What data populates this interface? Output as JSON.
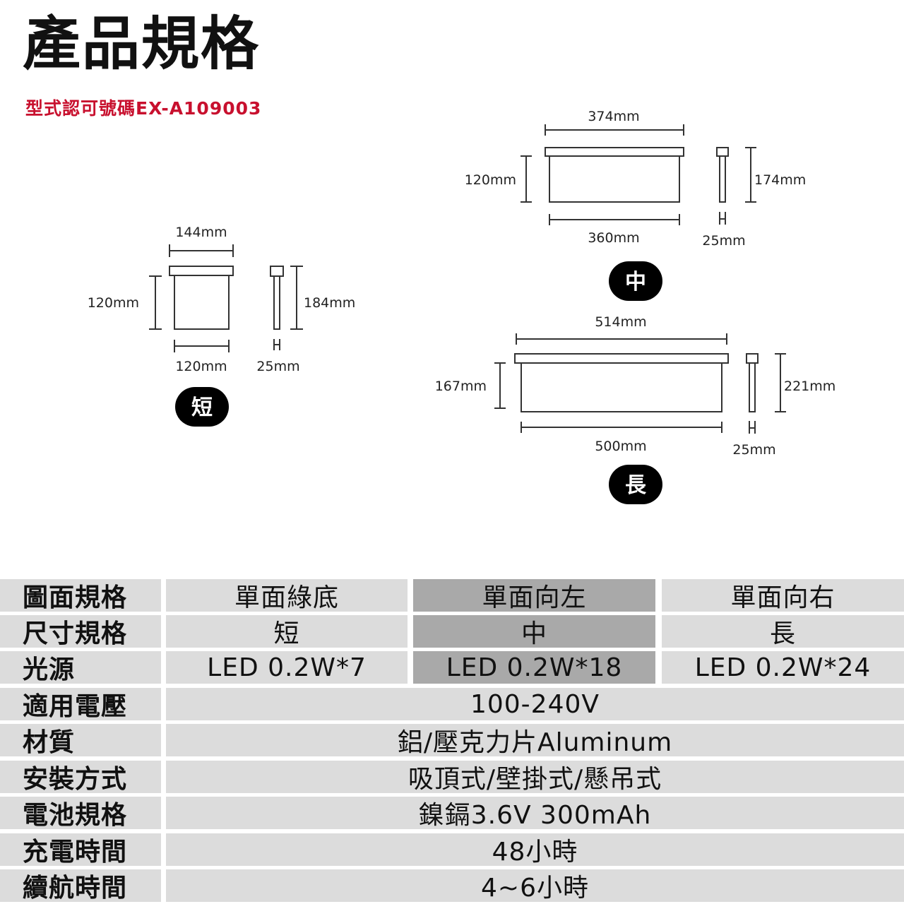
{
  "header": {
    "title": "產品規格",
    "subtitle": "型式認可號碼EX-A109003"
  },
  "diagrams": {
    "short": {
      "badge": "短",
      "top_width": "144mm",
      "height": "120mm",
      "bottom_width": "120mm",
      "total_height": "184mm",
      "depth": "25mm"
    },
    "medium": {
      "badge": "中",
      "top_width": "374mm",
      "height": "120mm",
      "bottom_width": "360mm",
      "total_height": "174mm",
      "depth": "25mm"
    },
    "long": {
      "badge": "長",
      "top_width": "514mm",
      "height": "167mm",
      "bottom_width": "500mm",
      "total_height": "221mm",
      "depth": "25mm"
    }
  },
  "specs": {
    "rows3": [
      {
        "label": "圖面規格",
        "values": [
          "單面綠底",
          "單面向左",
          "單面向右"
        ]
      },
      {
        "label": "尺寸規格",
        "values": [
          "短",
          "中",
          "長"
        ]
      },
      {
        "label": "光源",
        "values": [
          "LED 0.2W*7",
          "LED 0.2W*18",
          "LED 0.2W*24"
        ]
      }
    ],
    "rows1": [
      {
        "label": "適用電壓",
        "value": "100-240V"
      },
      {
        "label": "材質",
        "value": "鋁/壓克力片Aluminum"
      },
      {
        "label": "安裝方式",
        "value": "吸頂式/壁掛式/懸吊式"
      },
      {
        "label": "電池規格",
        "value": "鎳鎘3.6V 300mAh"
      },
      {
        "label": "充電時間",
        "value": "48小時"
      },
      {
        "label": "續航時間",
        "value": "4~6小時"
      }
    ]
  }
}
